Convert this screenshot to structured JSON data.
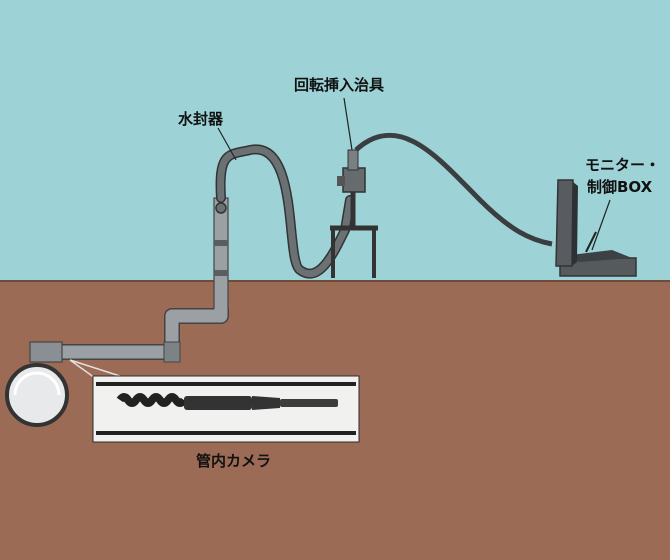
{
  "labels": {
    "water_seal": "水封器",
    "rotary_insertion_jig": "回転挿入治具",
    "monitor_line1": "モニター・",
    "monitor_line2": "制御BOX",
    "pipe_camera": "管内カメラ"
  },
  "colors": {
    "sky": "#9dd3d6",
    "ground": "#9b6b56",
    "pipe": "#8e9397",
    "hose": "#4f5254",
    "equipment": "#6f7478"
  }
}
